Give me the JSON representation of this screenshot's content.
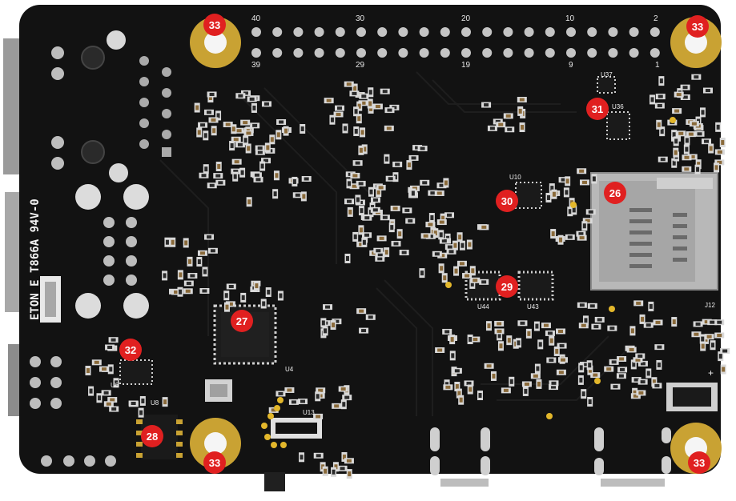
{
  "board": {
    "marking_text": "ETON E T866A 94V-0"
  },
  "header_pin_labels": {
    "top": [
      "40",
      "30",
      "20",
      "10",
      "2"
    ],
    "bottom": [
      "39",
      "29",
      "19",
      "9",
      "1"
    ]
  },
  "silkscreen_labels": {
    "u37": "U37",
    "u36": "U36",
    "u10": "U10",
    "u44": "U44",
    "u43": "U43",
    "u4": "U4",
    "u6": "U6",
    "u8": "U8",
    "u13": "U13",
    "j12": "J12",
    "plus": "+"
  },
  "callouts": {
    "hole_tl": "33",
    "hole_tr": "33",
    "hole_bl": "33",
    "hole_br": "33",
    "sd_slot": "26",
    "cpu_chip": "27",
    "pmic": "28",
    "dual_chips": "29",
    "u10_chip": "30",
    "u36_chip": "31",
    "u6_chip": "32"
  },
  "colors": {
    "pcb": "#121212",
    "gold": "#c9a233",
    "callout": "#e02020",
    "silk": "#f0f0f0"
  }
}
